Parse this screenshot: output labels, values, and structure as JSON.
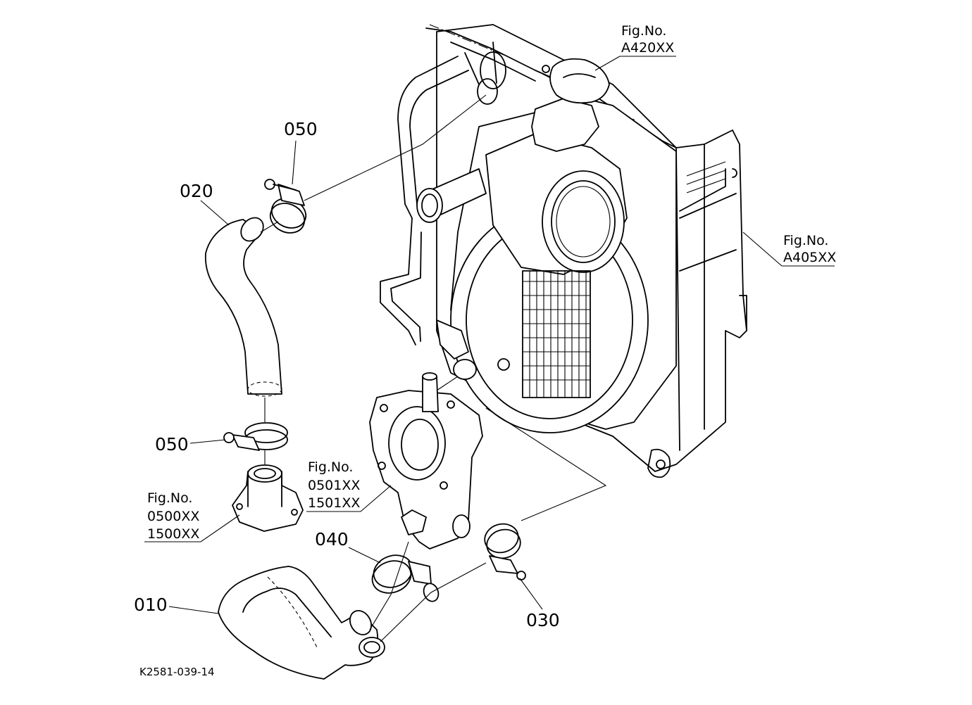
{
  "callouts": {
    "part_050_top": "050",
    "part_020": "020",
    "part_050_bottom": "050",
    "part_040": "040",
    "part_010": "010",
    "part_030": "030"
  },
  "fig_refs": {
    "cap": {
      "prefix": "Fig.No.",
      "codes": [
        "A420XX"
      ]
    },
    "radiator": {
      "prefix": "Fig.No.",
      "codes": [
        "A405XX"
      ]
    },
    "thermostat": {
      "prefix": "Fig.No.",
      "codes": [
        "0500XX",
        "1500XX"
      ]
    },
    "water_pump": {
      "prefix": "Fig.No.",
      "codes": [
        "0501XX",
        "1501XX"
      ]
    }
  },
  "drawing_code": "K2581-039-14"
}
